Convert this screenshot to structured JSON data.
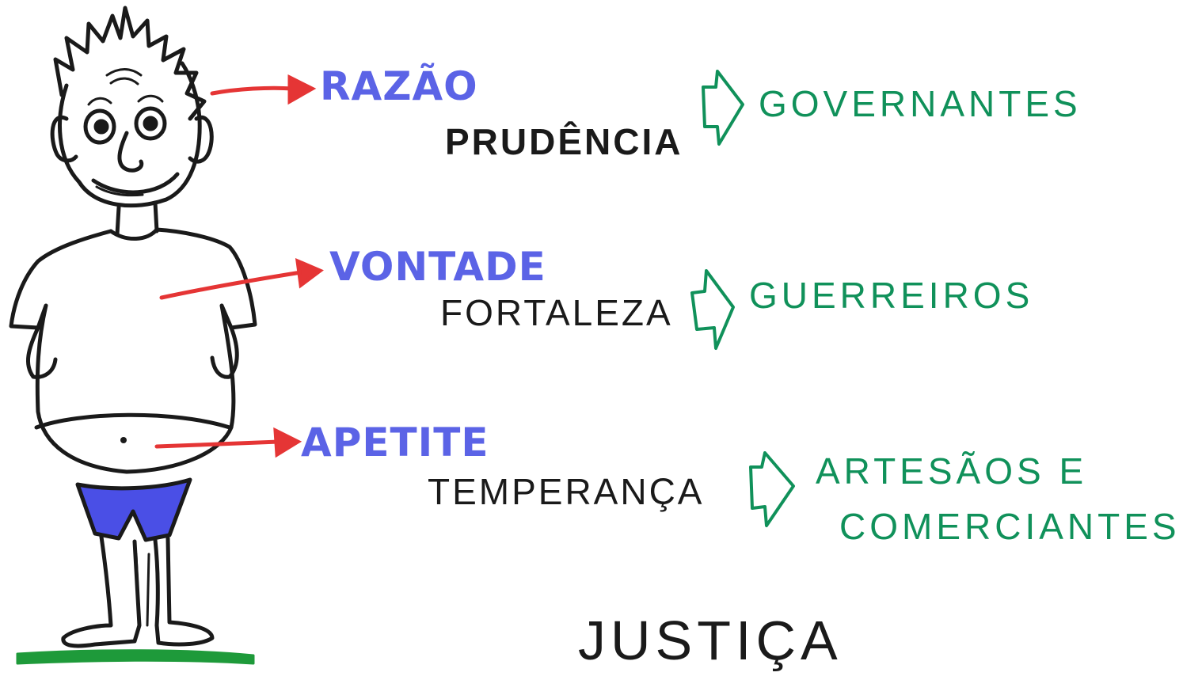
{
  "colors": {
    "ink": "#1a1a1a",
    "part_blue": "#5b63e6",
    "pointer_red": "#e53535",
    "class_green": "#10915a",
    "shorts_blue": "#4a4fe6",
    "grass_green": "#1e9a3a"
  },
  "souls": [
    {
      "part": "RAZÃO",
      "virtue": "PRUDÊNCIA",
      "class": "GOVERNANTES",
      "class_line2": ""
    },
    {
      "part": "VONTADE",
      "virtue": "FORTALEZA",
      "class": "GUERREIROS",
      "class_line2": ""
    },
    {
      "part": "APETITE",
      "virtue": "TEMPERANÇA",
      "class": "ARTESÃOS E",
      "class_line2": "COMERCIANTES"
    }
  ],
  "footer": {
    "title": "JUSTIÇA"
  },
  "icons": {
    "figure": "cartoon-man-figure",
    "pointer": "red-arrow-icon",
    "class_arrow": "green-outline-arrow-icon"
  }
}
